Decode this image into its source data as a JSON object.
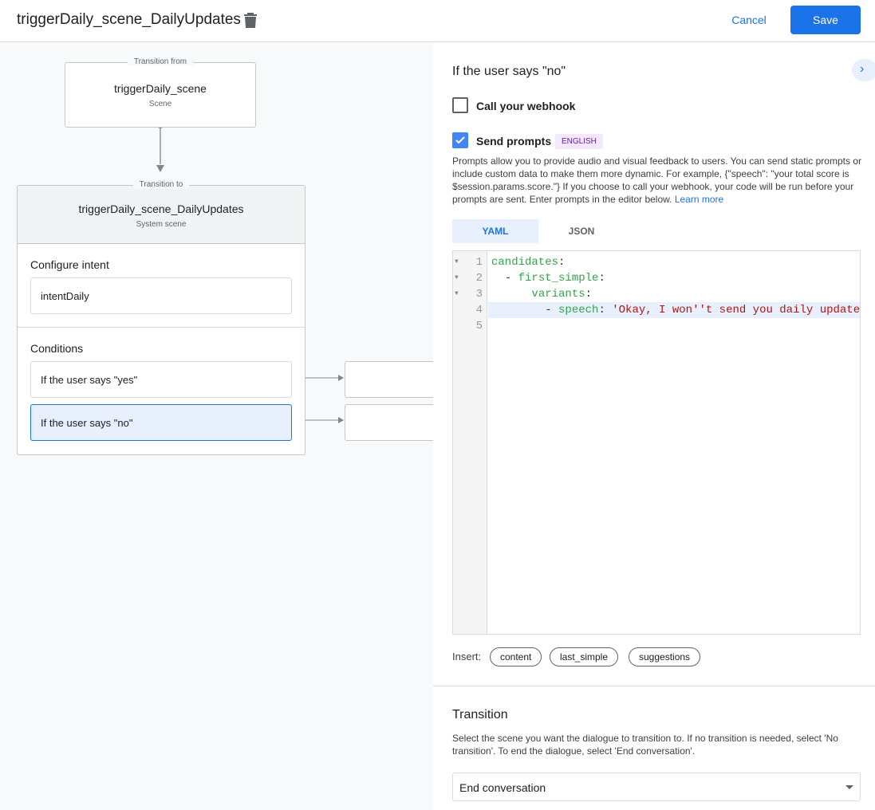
{
  "header": {
    "title": "triggerDaily_scene_DailyUpdates",
    "cancel_label": "Cancel",
    "save_label": "Save"
  },
  "canvas": {
    "from": {
      "legend": "Transition from",
      "name": "triggerDaily_scene",
      "type": "Scene"
    },
    "to": {
      "legend": "Transition to",
      "name": "triggerDaily_scene_DailyUpdates",
      "type": "System scene",
      "configure_intent_label": "Configure intent",
      "intent": "intentDaily",
      "conditions_label": "Conditions",
      "conditions": [
        {
          "label": "If the user says \"yes\""
        },
        {
          "label": "If the user says \"no\"",
          "selected": true
        }
      ]
    }
  },
  "panel": {
    "title": "If the user says \"no\"",
    "webhook": {
      "label": "Call your webhook",
      "checked": false
    },
    "prompts": {
      "label": "Send prompts",
      "checked": true,
      "badge": "ENGLISH",
      "description": "Prompts allow you to provide audio and visual feedback to users. You can send static prompts or include custom data to make them more dynamic. For example, {\"speech\": \"your total score is $session.params.score.\"} If you choose to call your webhook, your code will be run before your prompts are sent. Enter prompts in the editor below.",
      "learn_more": "Learn more"
    },
    "tabs": [
      {
        "label": "YAML",
        "active": true
      },
      {
        "label": "JSON",
        "active": false
      }
    ],
    "editor": {
      "lines": [
        {
          "n": "1",
          "indent": "",
          "key": "candidates",
          "sep": ":",
          "val": ""
        },
        {
          "n": "2",
          "indent": "  - ",
          "key": "first_simple",
          "sep": ":",
          "val": ""
        },
        {
          "n": "3",
          "indent": "      ",
          "key": "variants",
          "sep": ":",
          "val": ""
        },
        {
          "n": "4",
          "indent": "        - ",
          "key": "speech",
          "sep": ": ",
          "val": "'Okay, I won''t send you daily updates.'"
        },
        {
          "n": "5",
          "indent": "",
          "key": "",
          "sep": "",
          "val": ""
        }
      ]
    },
    "insert": {
      "label": "Insert:",
      "chips": [
        "content",
        "last_simple",
        "suggestions"
      ]
    },
    "transition": {
      "title": "Transition",
      "description": "Select the scene you want the dialogue to transition to. If no transition is needed, select 'No transition'. To end the dialogue, select 'End conversation'.",
      "selected": "End conversation"
    }
  },
  "colors": {
    "accent": "#1a73e8",
    "selected_bg": "#e8f0fe",
    "badge_bg": "#f3e8fd"
  }
}
